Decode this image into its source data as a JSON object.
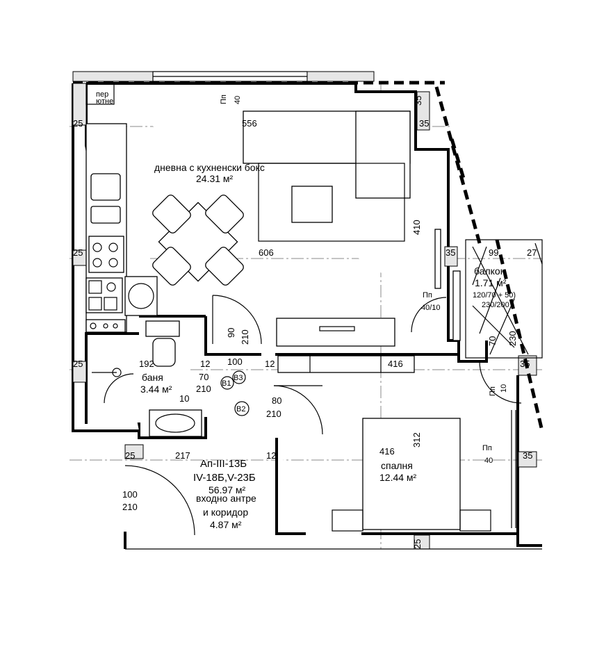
{
  "rooms": {
    "living": {
      "name": "дневна с кухненски бокс",
      "area": "24.31 м²"
    },
    "balcony": {
      "name": "балкон",
      "area": "1.71 м²",
      "opening": "120/70 + 50)",
      "window": "230/200"
    },
    "bathroom": {
      "name": "баня",
      "area": "3.44 м²"
    },
    "bedroom": {
      "name": "спалня",
      "area": "12.44 м²",
      "width": "416"
    },
    "corridor": {
      "name1": "входно антре",
      "name2": "и коридор",
      "area": "4.87 м²"
    },
    "laundry": {
      "label1": "пер",
      "label2": "ютне"
    }
  },
  "apartment": {
    "line1": "Ап-III-13Б",
    "line2": "IV-18Б,V-23Б",
    "total": "56.97 м²"
  },
  "doors": {
    "b1": "В1",
    "b2": "В2",
    "b3": "В3",
    "d90": "90",
    "d210a": "210",
    "d100": "100",
    "d70": "70",
    "d210b": "210",
    "d80": "80",
    "d210c": "210",
    "d100b": "100",
    "d210d": "210",
    "pp1": "Пп",
    "pp1v": "40",
    "pp2": "Пп",
    "pp2v": "40/10",
    "pp3": "Пп",
    "pp3v": "10",
    "pp4": "Пп",
    "pp4v": "40"
  },
  "dims": {
    "d25a": "25",
    "d556": "556",
    "d35a": "35",
    "d35b": "35",
    "d25b": "25",
    "d606": "606",
    "d410": "410",
    "d35c": "35",
    "d99": "99",
    "d27": "27",
    "d25c": "25",
    "d192": "192",
    "d12a": "12",
    "d12b": "12",
    "d416": "416",
    "d70b": "70",
    "d230": "230",
    "d35d": "35",
    "d10": "10",
    "d25d": "25",
    "d217": "217",
    "d12c": "12",
    "d312": "312",
    "d35e": "35",
    "d25e": "25"
  }
}
